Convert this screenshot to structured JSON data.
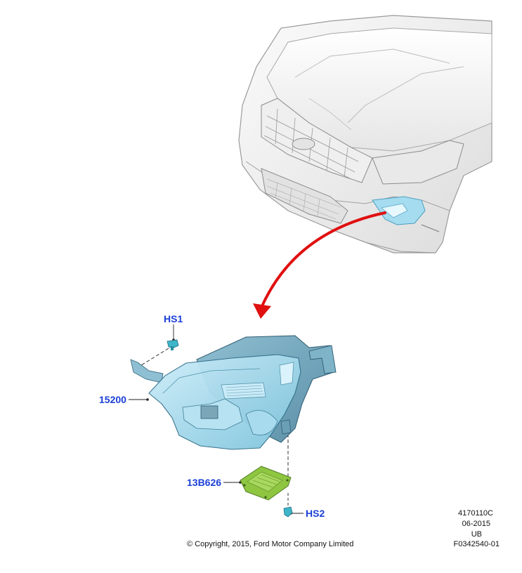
{
  "callouts": {
    "hs1": "HS1",
    "headlamp": "15200",
    "module": "13B626",
    "hs2": "HS2"
  },
  "meta": {
    "ref_number": "4170110C",
    "date": "06-2015",
    "code": "UB",
    "figure_id": "F0342540-01",
    "copyright": "© Copyright, 2015, Ford Motor Company Limited"
  },
  "colors": {
    "callout_text": "#1a3fd6",
    "arrow": "#e01010",
    "headlamp_lens": "#9ed8ee",
    "headlamp_housing": "#6fa9c2",
    "module": "#8ec641",
    "fastener": "#3fb5c9"
  }
}
